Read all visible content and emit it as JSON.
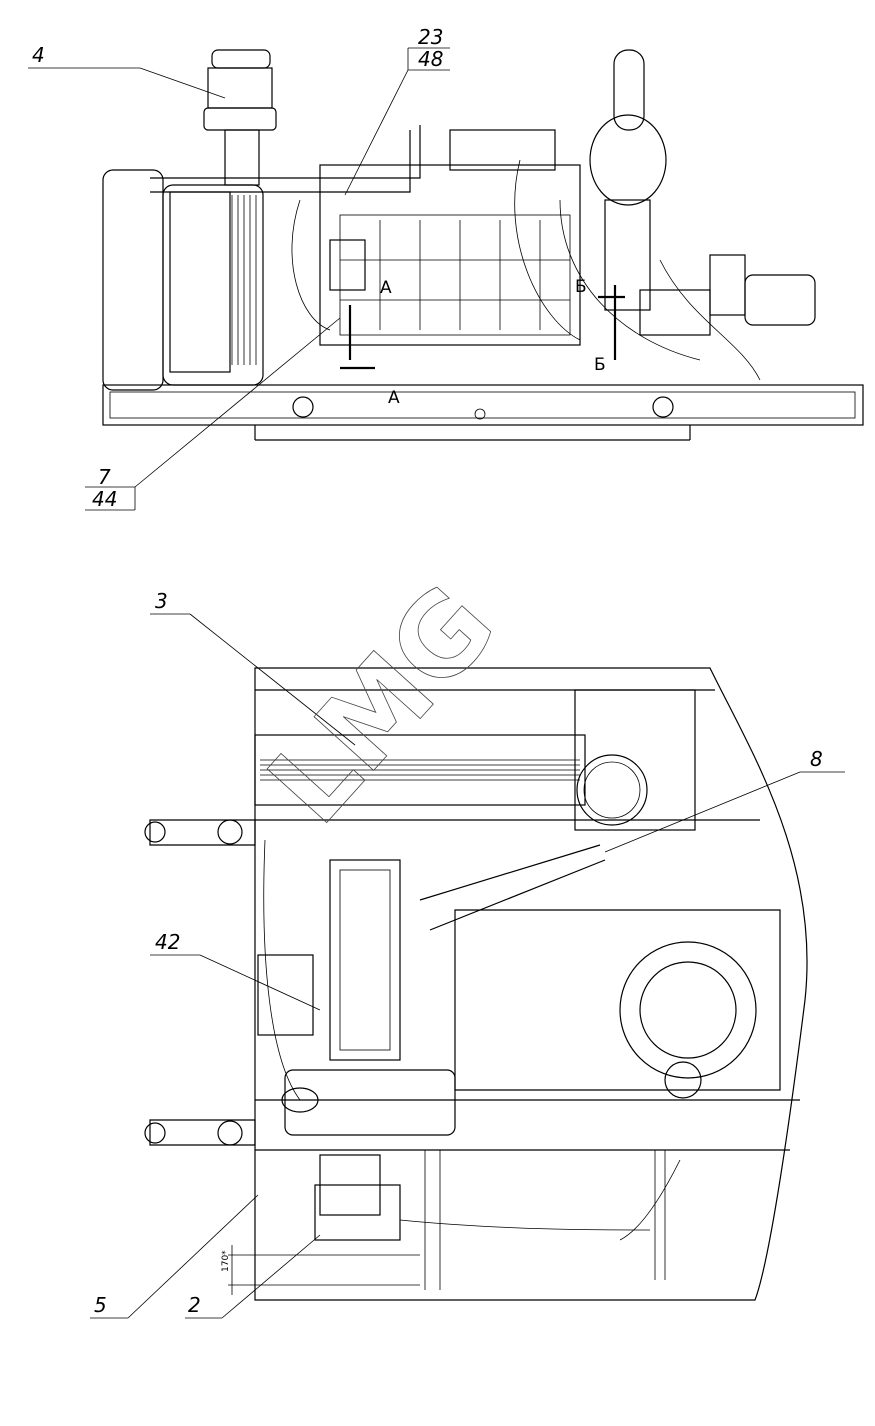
{
  "drawing": {
    "top_view_callouts": [
      {
        "id": "4",
        "label": "4"
      },
      {
        "id": "23-48",
        "top": "23",
        "bottom": "48"
      },
      {
        "id": "7-44",
        "top": "7",
        "bottom": "44"
      }
    ],
    "section_marks": [
      "А",
      "А",
      "Б",
      "Б"
    ],
    "bottom_view_callouts": [
      {
        "id": "3",
        "label": "3"
      },
      {
        "id": "8",
        "label": "8"
      },
      {
        "id": "42",
        "label": "42"
      },
      {
        "id": "5",
        "label": "5"
      },
      {
        "id": "2",
        "label": "2"
      }
    ],
    "dimension": "170*",
    "watermark": "LMG"
  }
}
